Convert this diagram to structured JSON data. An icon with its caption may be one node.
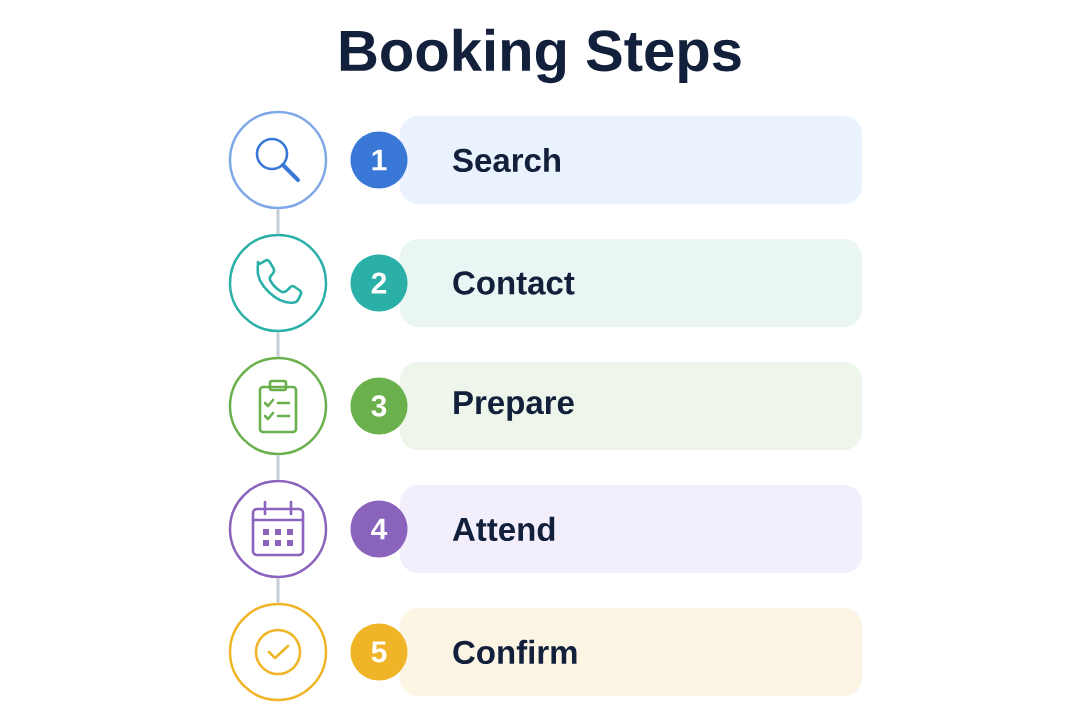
{
  "diagram": {
    "title": "Booking Steps",
    "nodes": [
      {
        "text": [],
        "shape": "circle"
      },
      {
        "text": [
          "1"
        ]
      },
      {
        "text": [
          "Search"
        ]
      },
      {
        "text": [],
        "shape": "circle"
      },
      {
        "text": [
          "2"
        ]
      },
      {
        "text": [
          "Contact"
        ]
      },
      {
        "text": [],
        "shape": "circle"
      },
      {
        "text": [
          "3"
        ]
      },
      {
        "text": [
          "Prepare"
        ]
      },
      {
        "text": [],
        "shape": "circle"
      },
      {
        "text": [
          "4"
        ]
      },
      {
        "text": [
          "Attend"
        ]
      },
      {
        "text": [],
        "shape": "circle"
      },
      {
        "text": [
          "5"
        ]
      },
      {
        "text": [
          "Confirm"
        ]
      }
    ],
    "edges": [
      {
        "from": 0,
        "to": 3,
        "arrow": "none"
      },
      {
        "from": 3,
        "to": 6,
        "arrow": "none"
      },
      {
        "from": 6,
        "to": 9,
        "arrow": "none"
      },
      {
        "from": 9,
        "to": 12,
        "arrow": "none"
      }
    ]
  }
}
